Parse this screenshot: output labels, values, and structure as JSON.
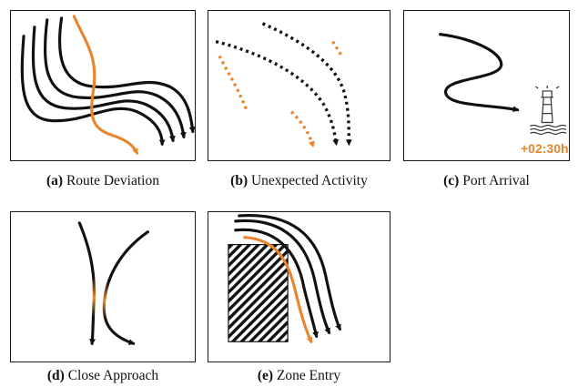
{
  "colors": {
    "line": "#111111",
    "highlight": "#e8862e"
  },
  "panels": [
    {
      "letter": "(a)",
      "title": "Route Deviation"
    },
    {
      "letter": "(b)",
      "title": "Unexpected Activity"
    },
    {
      "letter": "(c)",
      "title": "Port Arrival",
      "eta_label": "+02:30h",
      "icon": "lighthouse-icon"
    },
    {
      "letter": "(d)",
      "title": "Close Approach"
    },
    {
      "letter": "(e)",
      "title": "Zone Entry"
    }
  ]
}
